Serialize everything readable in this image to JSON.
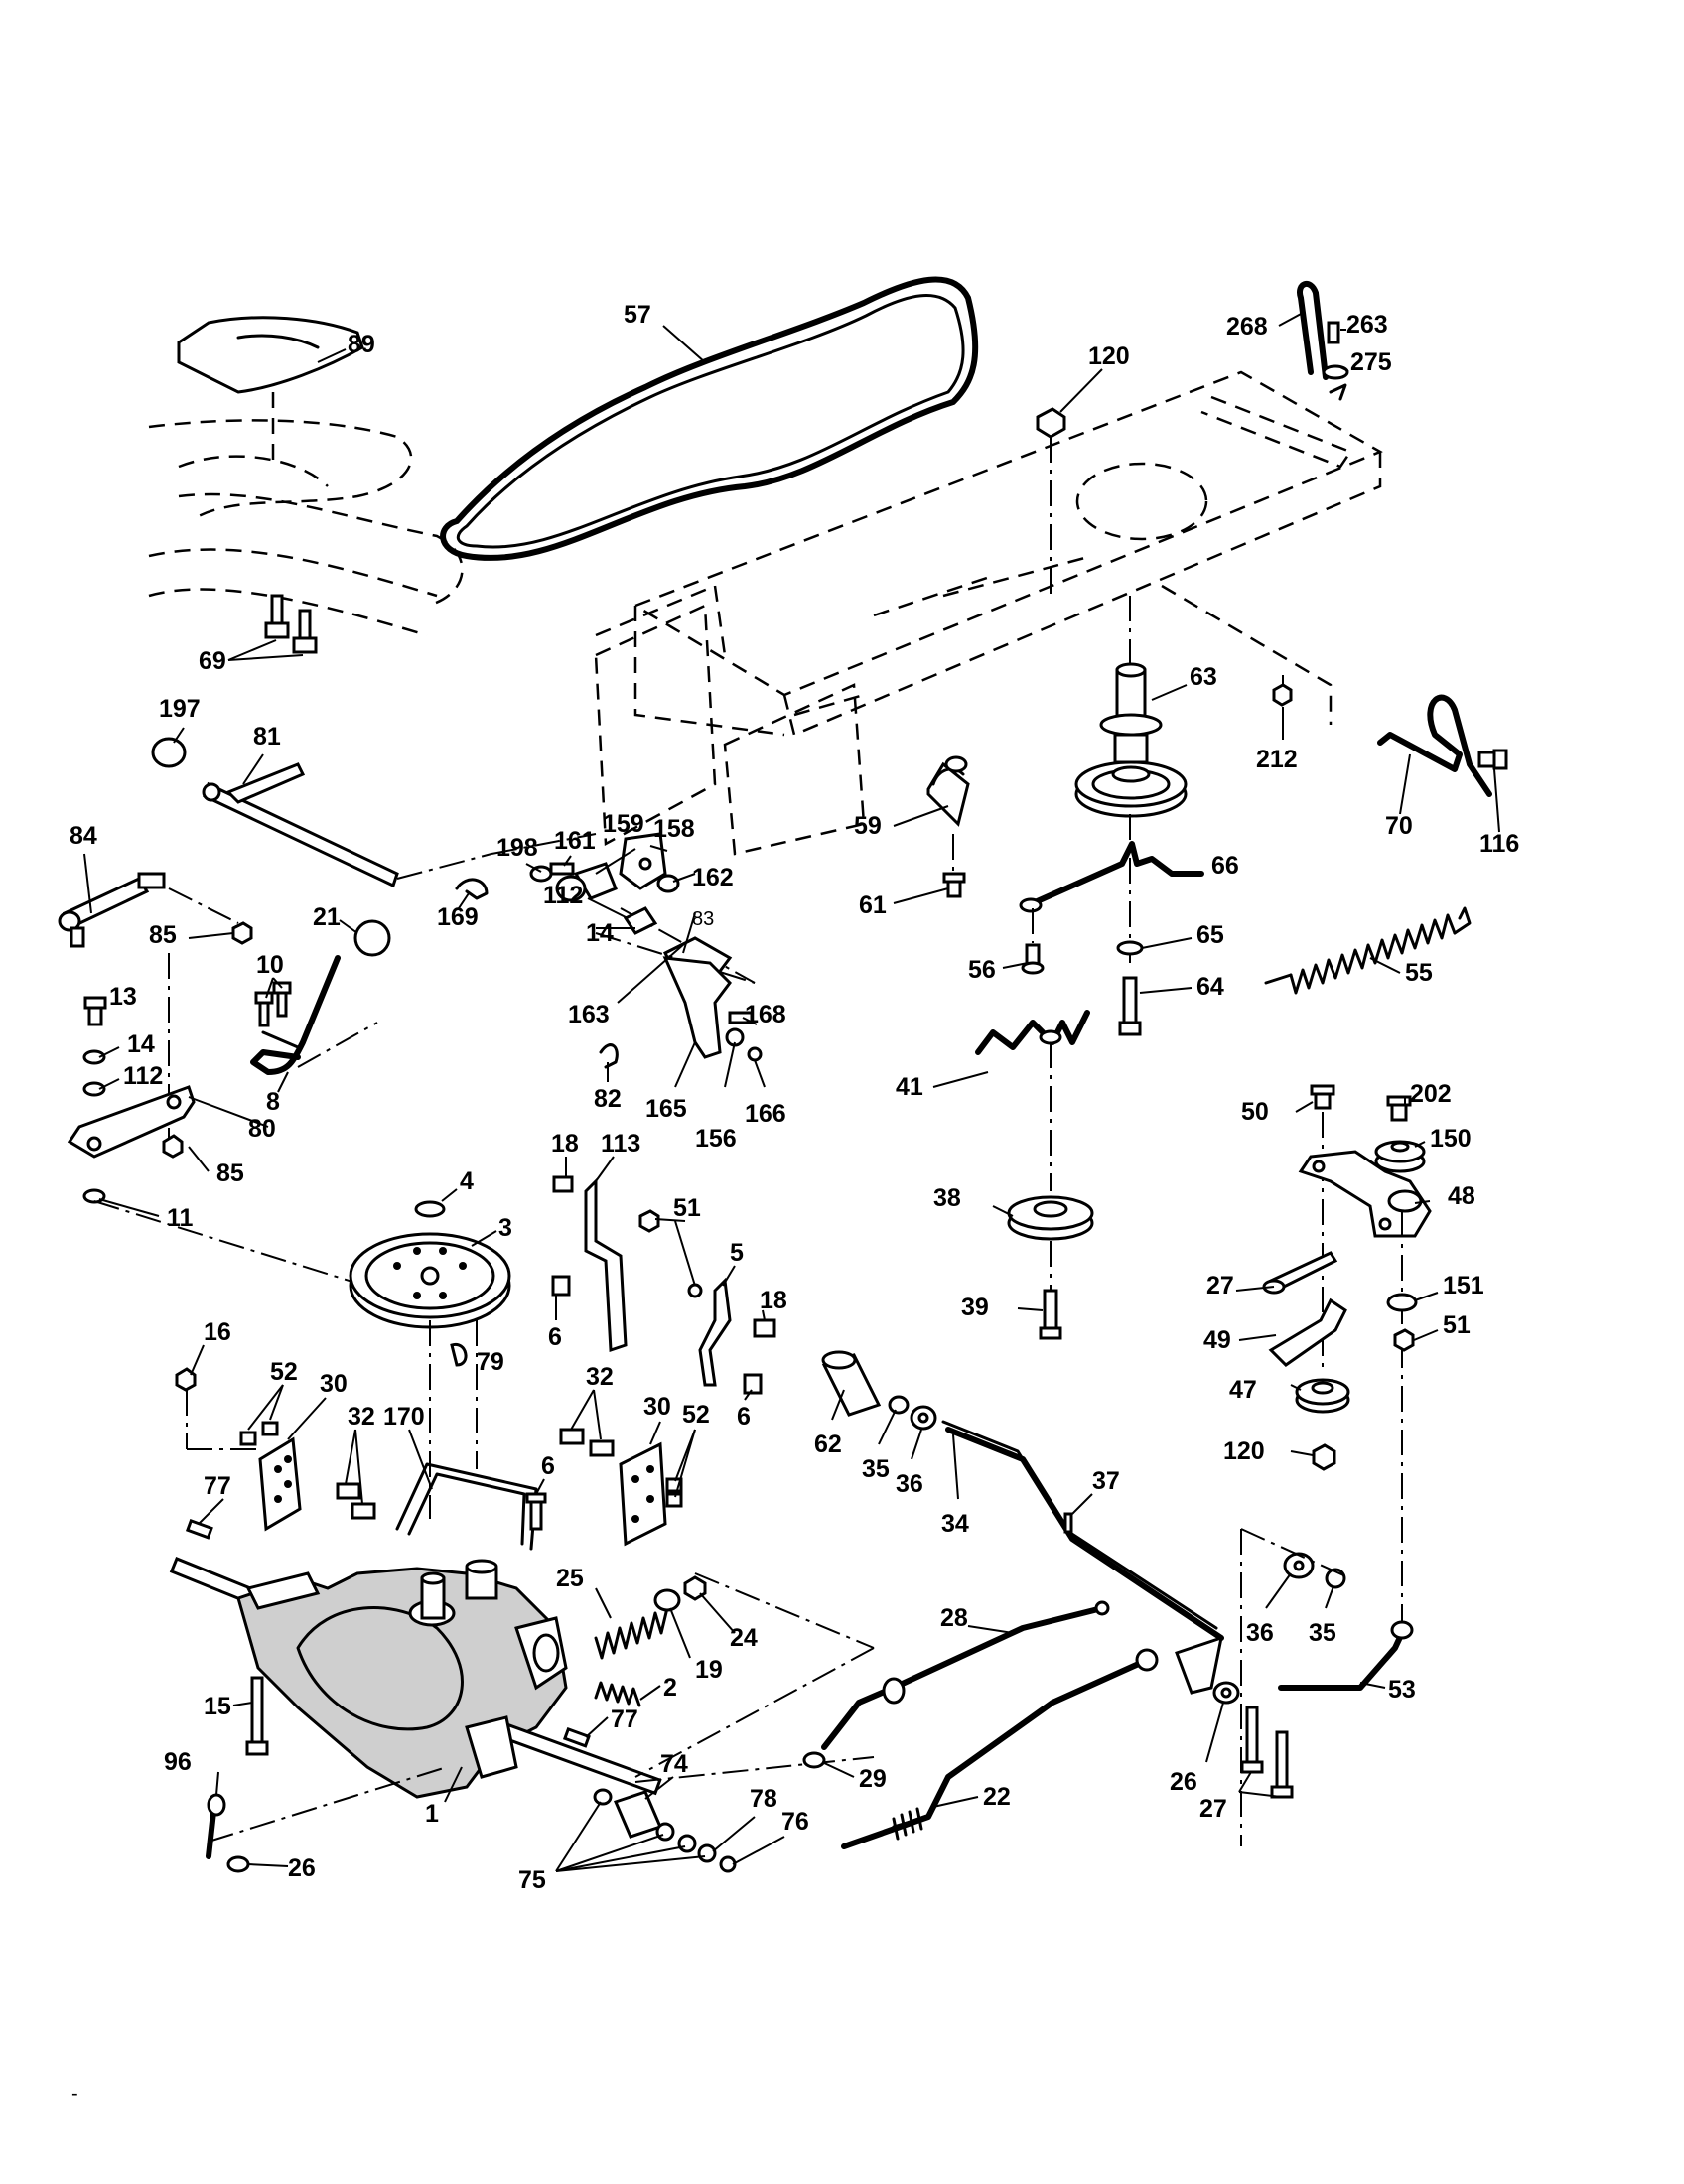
{
  "diagram": {
    "callouts": [
      {
        "id": "57",
        "text": "57"
      },
      {
        "id": "89",
        "text": "89"
      },
      {
        "id": "69",
        "text": "69"
      },
      {
        "id": "120a",
        "text": "120"
      },
      {
        "id": "268",
        "text": "268"
      },
      {
        "id": "263",
        "text": "263"
      },
      {
        "id": "275",
        "text": "275"
      },
      {
        "id": "197",
        "text": "197"
      },
      {
        "id": "81",
        "text": "81"
      },
      {
        "id": "84",
        "text": "84"
      },
      {
        "id": "85a",
        "text": "85"
      },
      {
        "id": "21",
        "text": "21"
      },
      {
        "id": "10",
        "text": "10"
      },
      {
        "id": "8",
        "text": "8"
      },
      {
        "id": "13",
        "text": "13"
      },
      {
        "id": "14a",
        "text": "14"
      },
      {
        "id": "112a",
        "text": "112"
      },
      {
        "id": "80",
        "text": "80"
      },
      {
        "id": "85b",
        "text": "85"
      },
      {
        "id": "11",
        "text": "11"
      },
      {
        "id": "198",
        "text": "198"
      },
      {
        "id": "161",
        "text": "161"
      },
      {
        "id": "159",
        "text": "159"
      },
      {
        "id": "158",
        "text": "158"
      },
      {
        "id": "162",
        "text": "162"
      },
      {
        "id": "169",
        "text": "169"
      },
      {
        "id": "112b",
        "text": "112"
      },
      {
        "id": "14b",
        "text": "14"
      },
      {
        "id": "83",
        "text": "83"
      },
      {
        "id": "163",
        "text": "163"
      },
      {
        "id": "168",
        "text": "168"
      },
      {
        "id": "82",
        "text": "82"
      },
      {
        "id": "165",
        "text": "165"
      },
      {
        "id": "156",
        "text": "156"
      },
      {
        "id": "166",
        "text": "166"
      },
      {
        "id": "63",
        "text": "63"
      },
      {
        "id": "212",
        "text": "212"
      },
      {
        "id": "70",
        "text": "70"
      },
      {
        "id": "116",
        "text": "116"
      },
      {
        "id": "59",
        "text": "59"
      },
      {
        "id": "61",
        "text": "61"
      },
      {
        "id": "66",
        "text": "66"
      },
      {
        "id": "56",
        "text": "56"
      },
      {
        "id": "65",
        "text": "65"
      },
      {
        "id": "64",
        "text": "64"
      },
      {
        "id": "55",
        "text": "55"
      },
      {
        "id": "41",
        "text": "41"
      },
      {
        "id": "4",
        "text": "4"
      },
      {
        "id": "3",
        "text": "3"
      },
      {
        "id": "18a",
        "text": "18"
      },
      {
        "id": "113",
        "text": "113"
      },
      {
        "id": "51a",
        "text": "51"
      },
      {
        "id": "5",
        "text": "5"
      },
      {
        "id": "18b",
        "text": "18"
      },
      {
        "id": "6a",
        "text": "6"
      },
      {
        "id": "6b",
        "text": "6"
      },
      {
        "id": "79",
        "text": "79"
      },
      {
        "id": "38",
        "text": "38"
      },
      {
        "id": "39",
        "text": "39"
      },
      {
        "id": "50",
        "text": "50"
      },
      {
        "id": "202",
        "text": "202"
      },
      {
        "id": "150",
        "text": "150"
      },
      {
        "id": "48",
        "text": "48"
      },
      {
        "id": "27a",
        "text": "27"
      },
      {
        "id": "151",
        "text": "151"
      },
      {
        "id": "49",
        "text": "49"
      },
      {
        "id": "51b",
        "text": "51"
      },
      {
        "id": "47",
        "text": "47"
      },
      {
        "id": "120b",
        "text": "120"
      },
      {
        "id": "16",
        "text": "16"
      },
      {
        "id": "52a",
        "text": "52"
      },
      {
        "id": "30a",
        "text": "30"
      },
      {
        "id": "32a",
        "text": "32"
      },
      {
        "id": "170",
        "text": "170"
      },
      {
        "id": "77a",
        "text": "77"
      },
      {
        "id": "6c",
        "text": "6"
      },
      {
        "id": "32b",
        "text": "32"
      },
      {
        "id": "30b",
        "text": "30"
      },
      {
        "id": "52b",
        "text": "52"
      },
      {
        "id": "62",
        "text": "62"
      },
      {
        "id": "35a",
        "text": "35"
      },
      {
        "id": "36a",
        "text": "36"
      },
      {
        "id": "34",
        "text": "34"
      },
      {
        "id": "37",
        "text": "37"
      },
      {
        "id": "25",
        "text": "25"
      },
      {
        "id": "19",
        "text": "19"
      },
      {
        "id": "24",
        "text": "24"
      },
      {
        "id": "2",
        "text": "2"
      },
      {
        "id": "15",
        "text": "15"
      },
      {
        "id": "28",
        "text": "28"
      },
      {
        "id": "36b",
        "text": "36"
      },
      {
        "id": "35b",
        "text": "35"
      },
      {
        "id": "53",
        "text": "53"
      },
      {
        "id": "77b",
        "text": "77"
      },
      {
        "id": "74",
        "text": "74"
      },
      {
        "id": "29",
        "text": "29"
      },
      {
        "id": "22",
        "text": "22"
      },
      {
        "id": "26a",
        "text": "26"
      },
      {
        "id": "27b",
        "text": "27"
      },
      {
        "id": "96",
        "text": "96"
      },
      {
        "id": "26b",
        "text": "26"
      },
      {
        "id": "1",
        "text": "1"
      },
      {
        "id": "78",
        "text": "78"
      },
      {
        "id": "76",
        "text": "76"
      },
      {
        "id": "75",
        "text": "75"
      }
    ],
    "stray_mark": "-"
  }
}
